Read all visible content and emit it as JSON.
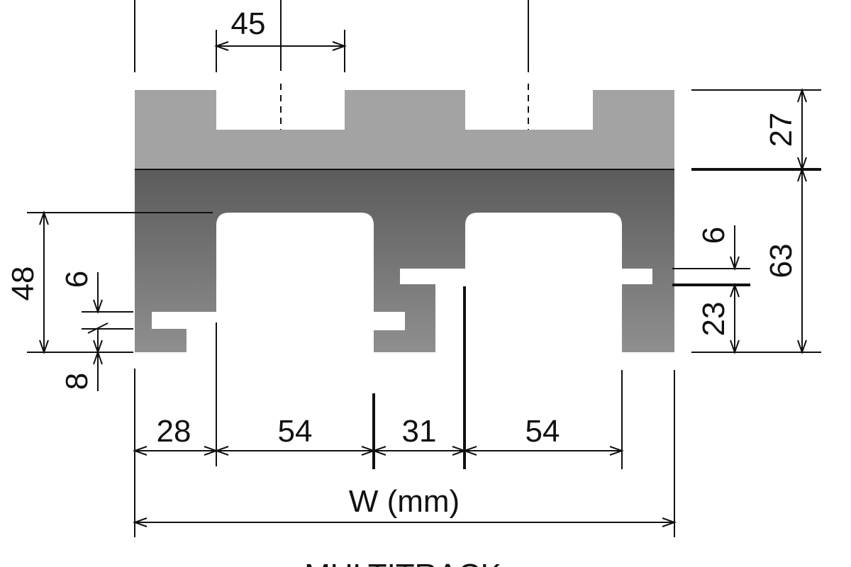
{
  "colors": {
    "upper_body": "#a3a3a3",
    "lower_body_top": "#5b5b5b",
    "lower_body_bottom": "#8f8f8f",
    "line": "#111111"
  },
  "dimensions": {
    "slot_width": "45",
    "upper_height": "27",
    "lower_height": "63",
    "right_hook_gap": "6",
    "right_hook_height": "23",
    "left_height": "48",
    "left_hook_gap": "6",
    "left_hook_bottom": "8",
    "seg_1": "28",
    "seg_2": "54",
    "seg_3": "31",
    "seg_4": "54",
    "overall": "W (mm)"
  },
  "caption": "MULTITRACK"
}
